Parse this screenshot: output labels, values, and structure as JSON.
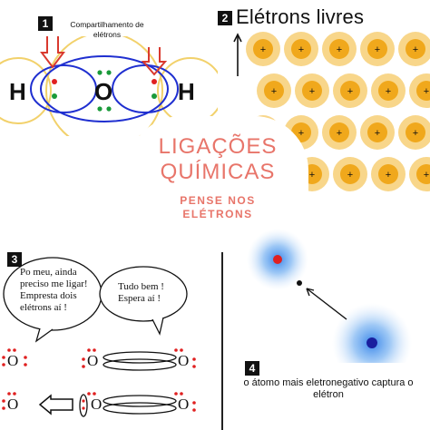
{
  "panel1": {
    "badge": "1",
    "caption": "Compartilhamento de elétrons",
    "atom_left": "H",
    "atom_center": "O",
    "atom_right": "H"
  },
  "panel2": {
    "badge": "2",
    "title": "Elétrons livres"
  },
  "center": {
    "title_line1": "LIGAÇÕES",
    "title_line2": "QUÍMICAS",
    "subtitle_line1": "PENSE NOS",
    "subtitle_line2": "ELÉTRONS"
  },
  "panel3": {
    "badge": "3",
    "bubble_left": "Po meu, ainda preciso me ligar! Empresta dois elétrons aí !",
    "bubble_right": "Tudo bem ! Espera aí !",
    "atom": "O"
  },
  "panel4": {
    "badge": "4",
    "caption": "o átomo mais eletronegativo captura o elétron"
  },
  "colors": {
    "accent_title": "#e8756a",
    "electron_red": "#e02020",
    "electron_green": "#1a9a3a",
    "shell_yellow": "#f2d16b",
    "bond_ring": "#1f2fd0",
    "metal_sphere": "#f3b52a",
    "glow_blue": "#2f7fe8"
  }
}
